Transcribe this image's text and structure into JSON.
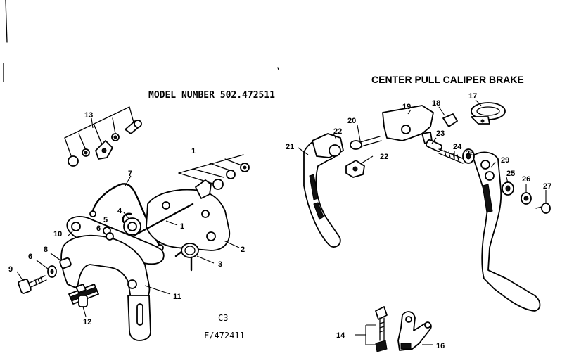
{
  "title": "CENTER PULL CALIPER BRAKE",
  "model_label": "MODEL NUMBER 502.472511",
  "code_top": "C3",
  "code_bottom": "F/472411",
  "part_labels": {
    "p1a": "1",
    "p1b": "1",
    "p2": "2",
    "p3": "3",
    "p4": "4",
    "p5": "5",
    "p6a": "6",
    "p6b": "6",
    "p7": "7",
    "p8": "8",
    "p9": "9",
    "p10": "10",
    "p11": "11",
    "p12": "12",
    "p13": "13",
    "p14": "14",
    "p16": "16",
    "p17": "17",
    "p18": "18",
    "p19": "19",
    "p20": "20",
    "p21": "21",
    "p22a": "22",
    "p22b": "22",
    "p23": "23",
    "p24": "24",
    "p25": "25",
    "p26a": "26",
    "p26b": "26",
    "p27": "27",
    "p29": "29"
  }
}
